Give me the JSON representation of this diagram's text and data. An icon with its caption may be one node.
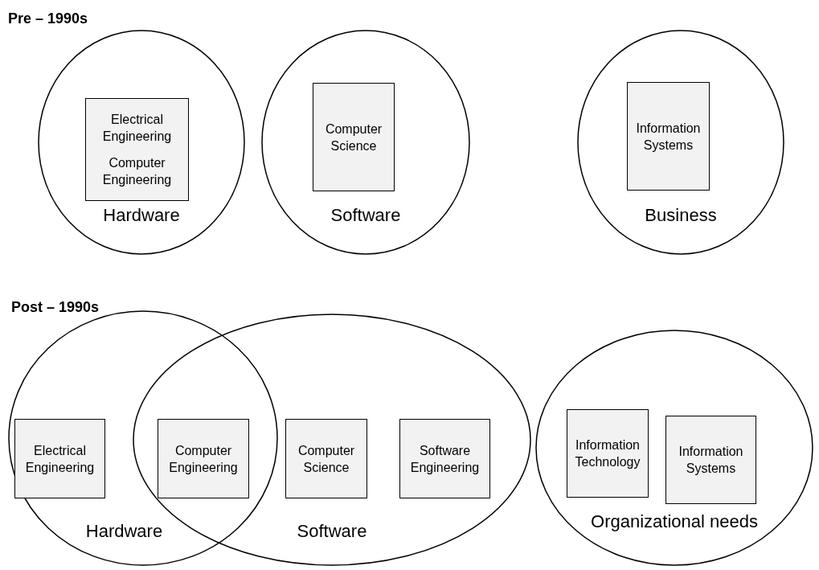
{
  "diagram": {
    "nodes": [
      {
        "text": [
          "Hardware"
        ]
      },
      {
        "text": [
          "Electrical Engineering",
          "Computer Engineering"
        ],
        "in": 0
      },
      {
        "text": [
          "Software"
        ]
      },
      {
        "text": [
          "Computer Science"
        ],
        "in": 2
      },
      {
        "text": [
          "Business"
        ]
      },
      {
        "text": [
          "Information Systems"
        ],
        "in": 4
      },
      {
        "text": [
          "Hardware"
        ]
      },
      {
        "text": [
          "Software"
        ]
      },
      {
        "text": [
          "Electrical Engineering"
        ],
        "in": 6
      },
      {
        "text": [
          "Computer Engineering"
        ]
      },
      {
        "text": [
          "Computer Science"
        ],
        "in": 7
      },
      {
        "text": [
          "Software Engineering"
        ],
        "in": 7
      },
      {
        "text": [
          "Organizational needs"
        ]
      },
      {
        "text": [
          "Information Technology"
        ],
        "in": 12
      },
      {
        "text": [
          "Information Systems"
        ],
        "in": 12
      }
    ],
    "labels": [
      "Pre – 1990s",
      "Post – 1990s"
    ]
  }
}
